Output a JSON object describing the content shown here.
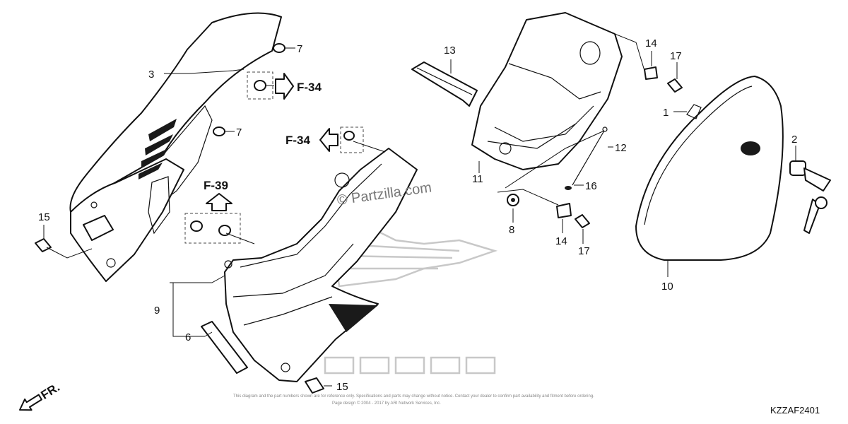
{
  "callouts": {
    "c1": "1",
    "c2": "2",
    "c3": "3",
    "c6": "6",
    "c7a": "7",
    "c7b": "7",
    "c8": "8",
    "c9": "9",
    "c10": "10",
    "c11": "11",
    "c12": "12",
    "c13": "13",
    "c14a": "14",
    "c14b": "14",
    "c15a": "15",
    "c15b": "15",
    "c16": "16",
    "c17a": "17",
    "c17b": "17"
  },
  "references": {
    "f34_right": "F-34",
    "f34_left": "F-34",
    "f39": "F-39"
  },
  "watermark": "© Partzilla.com",
  "front_label": "FR.",
  "diagram_code": "KZZAF2401",
  "fine_print": {
    "line1": "This diagram and the part numbers shown are for reference only. Specifications and parts may change without notice. Contact your dealer to confirm part availability and fitment before ordering.",
    "line2": "Page design © 2004 - 2017 by ARI Network Services, Inc."
  },
  "icons": {
    "front-arrow": "front-direction-arrow-icon",
    "outline-arrow": "outline-arrow-icon",
    "brand-logo": "honda-wing-logo"
  }
}
